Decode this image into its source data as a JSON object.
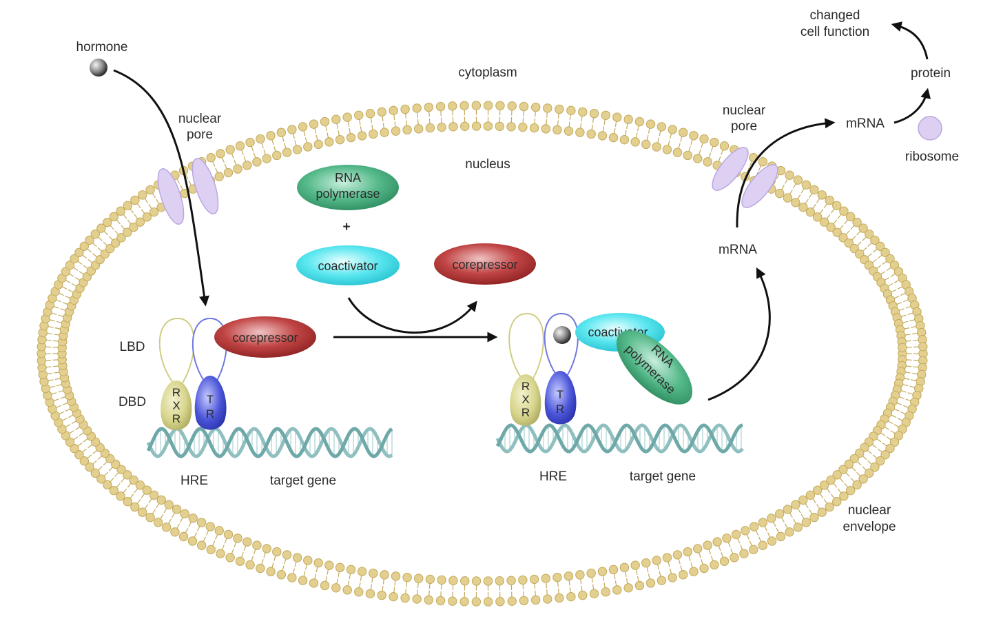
{
  "labels": {
    "hormone": "hormone",
    "cytoplasm": "cytoplasm",
    "changed_line1": "changed",
    "changed_line2": "cell function",
    "protein": "protein",
    "mrna_top": "mRNA",
    "ribosome": "ribosome",
    "pore_left_line1": "nuclear",
    "pore_left_line2": "pore",
    "pore_right_line1": "nuclear",
    "pore_right_line2": "pore",
    "nucleus": "nucleus",
    "mrna_inner": "mRNA",
    "lbd": "LBD",
    "dbd": "DBD",
    "hre_left": "HRE",
    "target_left": "target gene",
    "hre_right": "HRE",
    "target_right": "target gene",
    "envelope_line1": "nuclear",
    "envelope_line2": "envelope",
    "plus": "+"
  },
  "molecules": {
    "rna_pol_line1": "RNA",
    "rna_pol_line2": "polymerase",
    "coactivator": "coactivator",
    "corepressor_free": "corepressor",
    "corepressor_bound": "corepressor",
    "coactivator_bound": "coactivator",
    "rna_pol_bound_line1": "RNA",
    "rna_pol_bound_line2": "polymerase"
  },
  "receptors": {
    "rxr": [
      "R",
      "X",
      "R"
    ],
    "tr": [
      "T",
      "R"
    ]
  },
  "colors": {
    "membrane": "#e3cf8f",
    "membrane_stroke": "#c2a95a",
    "pore": "#ddd0f3",
    "rna_polymerase": "#55b98a",
    "coactivator": "#59e6ef",
    "corepressor": "#b83a3a",
    "rxr": "#d7d58c",
    "tr": "#4a55d8",
    "dna": "#8fbfbf",
    "ribosome": "#dccff1"
  }
}
